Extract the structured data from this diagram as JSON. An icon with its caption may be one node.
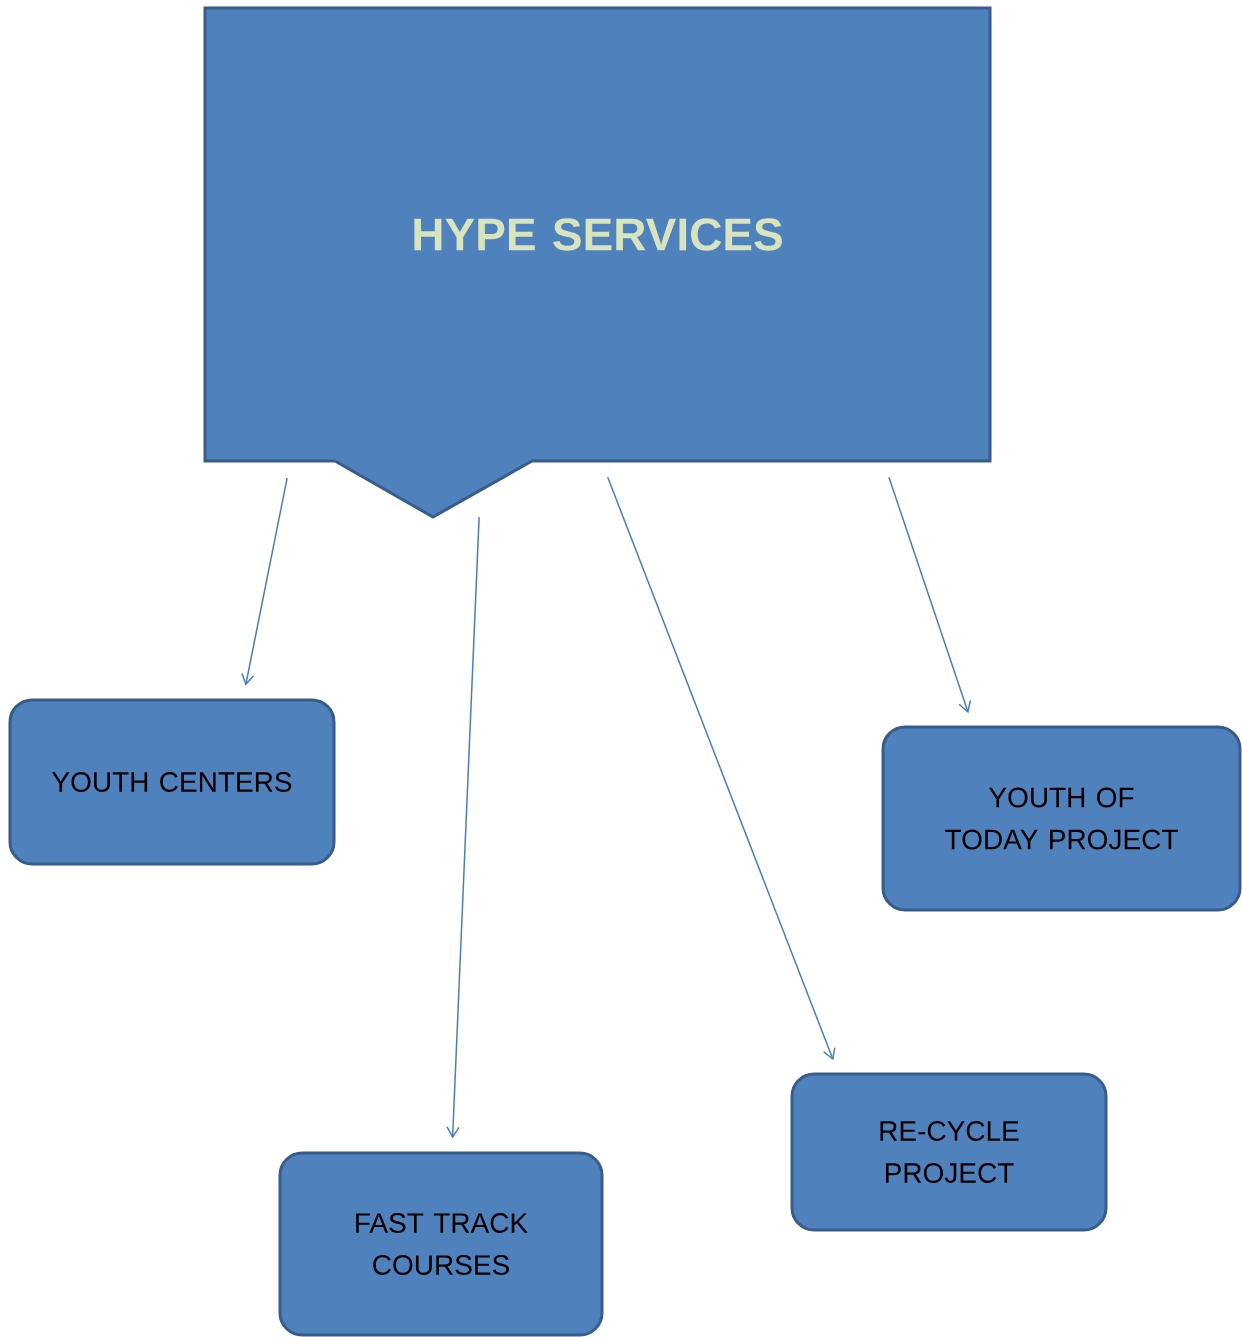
{
  "diagram": {
    "nodes": [
      {
        "text": [
          "HYPE SERVICES"
        ]
      },
      {
        "text": [
          "YOUTH CENTERS"
        ]
      },
      {
        "text": [
          "YOUTH OF TODAY PROJECT"
        ]
      },
      {
        "text": [
          "RE-CYCLE PROJECT"
        ]
      },
      {
        "text": [
          "FAST TRACK COURSES"
        ]
      }
    ],
    "edges": [
      {
        "from": 0,
        "to": 1,
        "arrow": "to"
      },
      {
        "from": 0,
        "to": 4,
        "arrow": "to"
      },
      {
        "from": 0,
        "to": 3,
        "arrow": "to"
      },
      {
        "from": 0,
        "to": 2,
        "arrow": "to"
      }
    ]
  }
}
